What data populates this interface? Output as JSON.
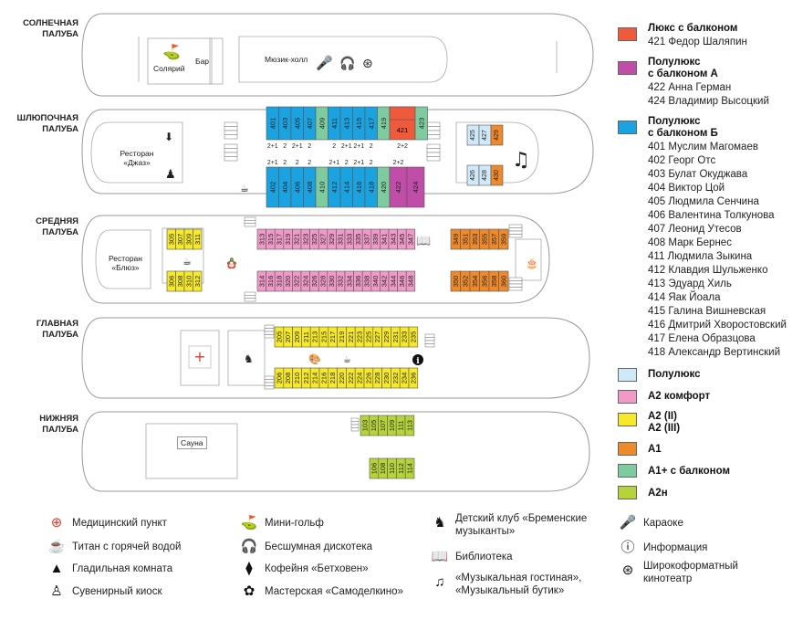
{
  "decks": {
    "sun": "СОЛНЕЧНАЯ ПАЛУБА",
    "boat": "ШЛЮПОЧНАЯ ПАЛУБА",
    "middle": "СРЕДНЯЯ ПАЛУБА",
    "main": "ГЛАВНАЯ ПАЛУБА",
    "lower": "НИЖНЯЯ ПАЛУБА"
  },
  "places": {
    "solarium": "Солярий",
    "bar": "Бар",
    "music_hall": "Мюзик-холл",
    "restaurant_jazz_1": "Ресторан",
    "restaurant_jazz_2": "«Джаз»",
    "restaurant_blues_1": "Ресторан",
    "restaurant_blues_2": "«Блюз»",
    "sauna": "Сауна"
  },
  "colors": {
    "lux": "#ef5a3c",
    "semilux_a": "#c04ea8",
    "semilux_b": "#1aa3e0",
    "semilux": "#cfe9f8",
    "a2_comfort": "#f09ac8",
    "a2": "#f5e92a",
    "a1": "#ee8a2c",
    "a1plus": "#7fcba0",
    "a2n": "#b6d43a"
  },
  "legend": {
    "lux": {
      "title": "Люкс с балконом",
      "items": [
        "421 Федор Шаляпин"
      ]
    },
    "semilux_a": {
      "title1": "Полулюкс",
      "title2": "с балконом А",
      "items": [
        "422 Анна Герман",
        "424 Владимир Высоцкий"
      ]
    },
    "semilux_b": {
      "title1": "Полулюкс",
      "title2": "с балконом Б",
      "items": [
        "401 Муслим Магомаев",
        "402 Георг Отс",
        "403 Булат Окуджава",
        "404 Виктор Цой",
        "405 Людмила Сенчина",
        "406 Валентина Толкунова",
        "407 Леонид Утесов",
        "408 Марк Бернес",
        "411 Людмила Зыкина",
        "412 Клавдия Шульженко",
        "413 Эдуард Хиль",
        "414 Яак Йоала",
        "415 Галина Вишневская",
        "416 Дмитрий Хворостовский",
        "417 Елена Образцова",
        "418 Александр Вертинский"
      ]
    },
    "semilux": "Полулюкс",
    "a2_comfort": "А2 комфорт",
    "a2_1": "А2 (II)",
    "a2_2": "А2 (III)",
    "a1": "А1",
    "a1plus": "А1+ с балконом",
    "a2n": "А2н"
  },
  "facilities": [
    {
      "icon": "medical-icon",
      "label": "Медицинский пункт"
    },
    {
      "icon": "hot-water-icon",
      "label": "Титан с горячей водой"
    },
    {
      "icon": "iron-icon",
      "label": "Гладильная комната"
    },
    {
      "icon": "souvenir-icon",
      "label": "Сувенирный киоск"
    },
    {
      "icon": "minigolf-icon",
      "label": "Мини-гольф"
    },
    {
      "icon": "headphones-icon",
      "label": "Бесшумная дискотека"
    },
    {
      "icon": "cake-icon",
      "label": "Кофейня «Бетховен»"
    },
    {
      "icon": "palette-icon",
      "label": "Мастерская «Самоделкино»"
    },
    {
      "icon": "rocking-horse-icon",
      "label1": "Детский клуб «Бременские",
      "label2": "музыканты»"
    },
    {
      "icon": "book-icon",
      "label": "Библиотека"
    },
    {
      "icon": "music-note-icon",
      "label1": "«Музыкальная гостиная»,",
      "label2": "«Музыкальный бутик»"
    },
    {
      "icon": "microphone-icon",
      "label": "Караоке"
    },
    {
      "icon": "info-icon",
      "label": "Информация"
    },
    {
      "icon": "film-reel-icon",
      "label1": "Широкоформатный",
      "label2": "кинотеатр"
    }
  ],
  "boat_deck": {
    "top_rooms": [
      "401",
      "403",
      "405",
      "407",
      "409",
      "411",
      "413",
      "415",
      "417",
      "419",
      "421",
      "423"
    ],
    "top_classes": [
      "semilux_b",
      "semilux_b",
      "semilux_b",
      "semilux_b",
      "a1plus",
      "semilux_b",
      "semilux_b",
      "semilux_b",
      "semilux_b",
      "a1plus",
      "lux",
      "a1plus"
    ],
    "top_beds": [
      "2+1",
      "2",
      "2+1",
      "2",
      "",
      "2",
      "2+1",
      "2+1",
      "2",
      "",
      "2+2",
      ""
    ],
    "bottom_rooms": [
      "402",
      "404",
      "406",
      "408",
      "410",
      "412",
      "414",
      "416",
      "418",
      "420",
      "422",
      "424"
    ],
    "bottom_classes": [
      "semilux_b",
      "semilux_b",
      "semilux_b",
      "semilux_b",
      "a1plus",
      "semilux_b",
      "semilux_b",
      "semilux_b",
      "semilux_b",
      "a1plus",
      "semilux_a",
      "semilux_a"
    ],
    "bottom_beds": [
      "2+1",
      "2",
      "2",
      "2",
      "",
      "2+1",
      "2",
      "2+1",
      "2",
      "",
      "2+2",
      ""
    ],
    "aft_top": [
      "425",
      "427",
      "429"
    ],
    "aft_top_classes": [
      "semilux",
      "semilux",
      "a1"
    ],
    "aft_bottom": [
      "426",
      "428",
      "430"
    ],
    "aft_bottom_classes": [
      "semilux",
      "semilux",
      "a1"
    ]
  },
  "middle_deck": {
    "fwd_top": [
      "305",
      "307",
      "309",
      "311"
    ],
    "fwd_bottom": [
      "306",
      "308",
      "310",
      "312"
    ],
    "mid_top": [
      "313",
      "315",
      "317",
      "319",
      "321",
      "323",
      "325",
      "327",
      "329",
      "331",
      "333",
      "335",
      "337",
      "339",
      "341",
      "343",
      "345",
      "347"
    ],
    "mid_bottom": [
      "314",
      "316",
      "318",
      "320",
      "322",
      "324",
      "326",
      "328",
      "330",
      "332",
      "334",
      "336",
      "338",
      "340",
      "342",
      "344",
      "346",
      "348"
    ],
    "aft_top": [
      "349",
      "351",
      "353",
      "355",
      "357",
      "359"
    ],
    "aft_bottom": [
      "350",
      "352",
      "354",
      "356",
      "358",
      "360"
    ]
  },
  "main_deck": {
    "top": [
      "205",
      "207",
      "209",
      "211",
      "213",
      "215",
      "217",
      "219",
      "221",
      "223",
      "225",
      "227",
      "229",
      "231",
      "233",
      "235"
    ],
    "bottom": [
      "206",
      "208",
      "210",
      "212",
      "214",
      "216",
      "218",
      "220",
      "222",
      "224",
      "226",
      "228",
      "230",
      "232",
      "234",
      "236"
    ]
  },
  "lower_deck": {
    "top": [
      "103",
      "105",
      "107",
      "109",
      "111",
      "113"
    ],
    "bottom": [
      "106",
      "108",
      "110",
      "112",
      "114"
    ]
  }
}
